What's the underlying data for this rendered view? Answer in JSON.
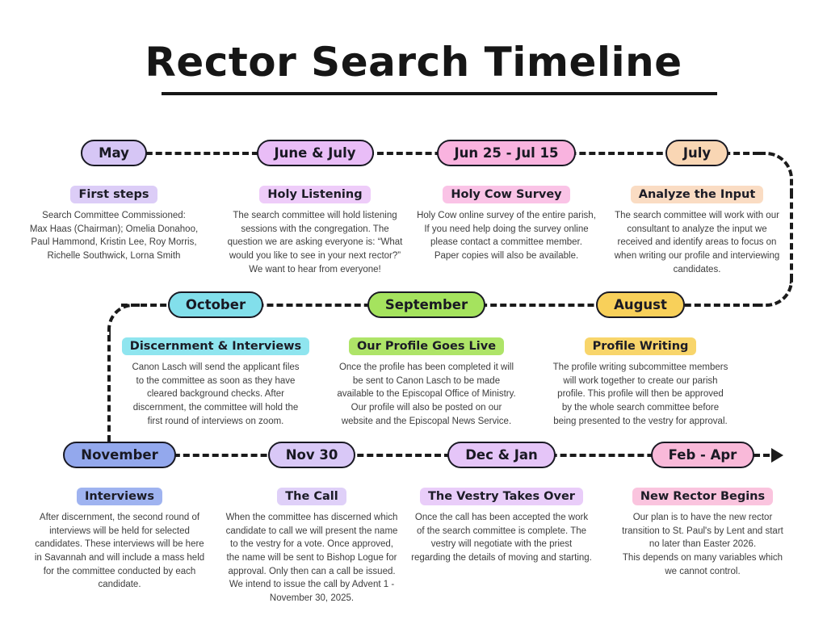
{
  "title": "Rector Search Timeline",
  "line_color": "#1b1b1b",
  "events": [
    {
      "date": "May",
      "heading": "First steps",
      "pill_color": "#d6c6f5",
      "chip_color": "#dccdf7",
      "body": "Search Committee Commissioned:\nMax Haas (Chairman); Omelia Donahoo,\nPaul Hammond, Kristin Lee, Roy Morris,\nRichelle Southwick, Lorna Smith"
    },
    {
      "date": "June & July",
      "heading": "Holy Listening",
      "pill_color": "#e9bdf7",
      "chip_color": "#eeccf9",
      "body": "The search committee will hold listening\nsessions with the congregation.  The\nquestion we are asking everyone is: “What\nwould you like to see in your next rector?”\nWe want to hear from everyone!"
    },
    {
      "date": "Jun 25 - Jul 15",
      "heading": "Holy Cow Survey",
      "pill_color": "#f9b3df",
      "chip_color": "#fac3e6",
      "body": "Holy Cow online survey of the entire parish,\nIf you need help doing the survey online\nplease contact a committee member.\nPaper copies will also be available."
    },
    {
      "date": "July",
      "heading": "Analyze the Input",
      "pill_color": "#f9d6b4",
      "chip_color": "#fadcc3",
      "body": "The search committee will work with our\nconsultant to analyze the input we\nreceived and identify areas to focus on\nwhen writing our profile and interviewing\ncandidates."
    },
    {
      "date": "October",
      "heading": "Discernment & Interviews",
      "pill_color": "#82dfeb",
      "chip_color": "#8fe5ef",
      "body": "Canon Lasch will send the applicant files\nto the committee as soon as they have\ncleared background checks. After\ndiscernment, the committee will hold the\nfirst round of interviews on zoom."
    },
    {
      "date": "September",
      "heading": "Our Profile Goes Live",
      "pill_color": "#a5e35e",
      "chip_color": "#aee468",
      "body": "Once the profile has been completed it will\nbe sent to Canon Lasch to be made\navailable to the Episcopal Office of Ministry.\nOur profile will also be posted on our\nwebsite and the Episcopal News Service."
    },
    {
      "date": "August",
      "heading": "Profile Writing",
      "pill_color": "#f8d05a",
      "chip_color": "#f8d56b",
      "body": "The profile writing subcommittee members\nwill work together to create our parish\nprofile. This profile will then be approved\nby the whole search committee before\nbeing presented to the vestry for approval."
    },
    {
      "date": "November",
      "heading": "Interviews",
      "pill_color": "#93a8ed",
      "chip_color": "#9fb3f0",
      "body": "After discernment, the second round of\ninterviews will be held for selected\ncandidates.  These interviews will be here\nin Savannah and will include a mass held\nfor the committee conducted by each\ncandidate."
    },
    {
      "date": "Nov 30",
      "heading": "The Call",
      "pill_color": "#d9c8f7",
      "chip_color": "#dfd0f8",
      "body": "When the committee has discerned which\ncandidate to call we will present the name\nto the vestry for a vote.  Once approved,\nthe name will be sent to Bishop Logue for\napproval.  Only then can a call be issued.\nWe intend to issue the call by Advent 1 -\nNovember 30, 2025."
    },
    {
      "date": "Dec & Jan",
      "heading": "The Vestry Takes Over",
      "pill_color": "#e5c5f8",
      "chip_color": "#e9cdf9",
      "body": "Once the call has been accepted the work\nof the search committee is complete.  The\nvestry will negotiate with the priest\nregarding the details of moving and starting."
    },
    {
      "date": "Feb - Apr",
      "heading": "New Rector Begins",
      "pill_color": "#f9b9d9",
      "chip_color": "#fac4de",
      "body": "Our plan is to have the new rector\ntransition to St. Paul's by Lent and start\nno later than Easter 2026.\nThis depends on many variables which\nwe cannot control."
    }
  ]
}
